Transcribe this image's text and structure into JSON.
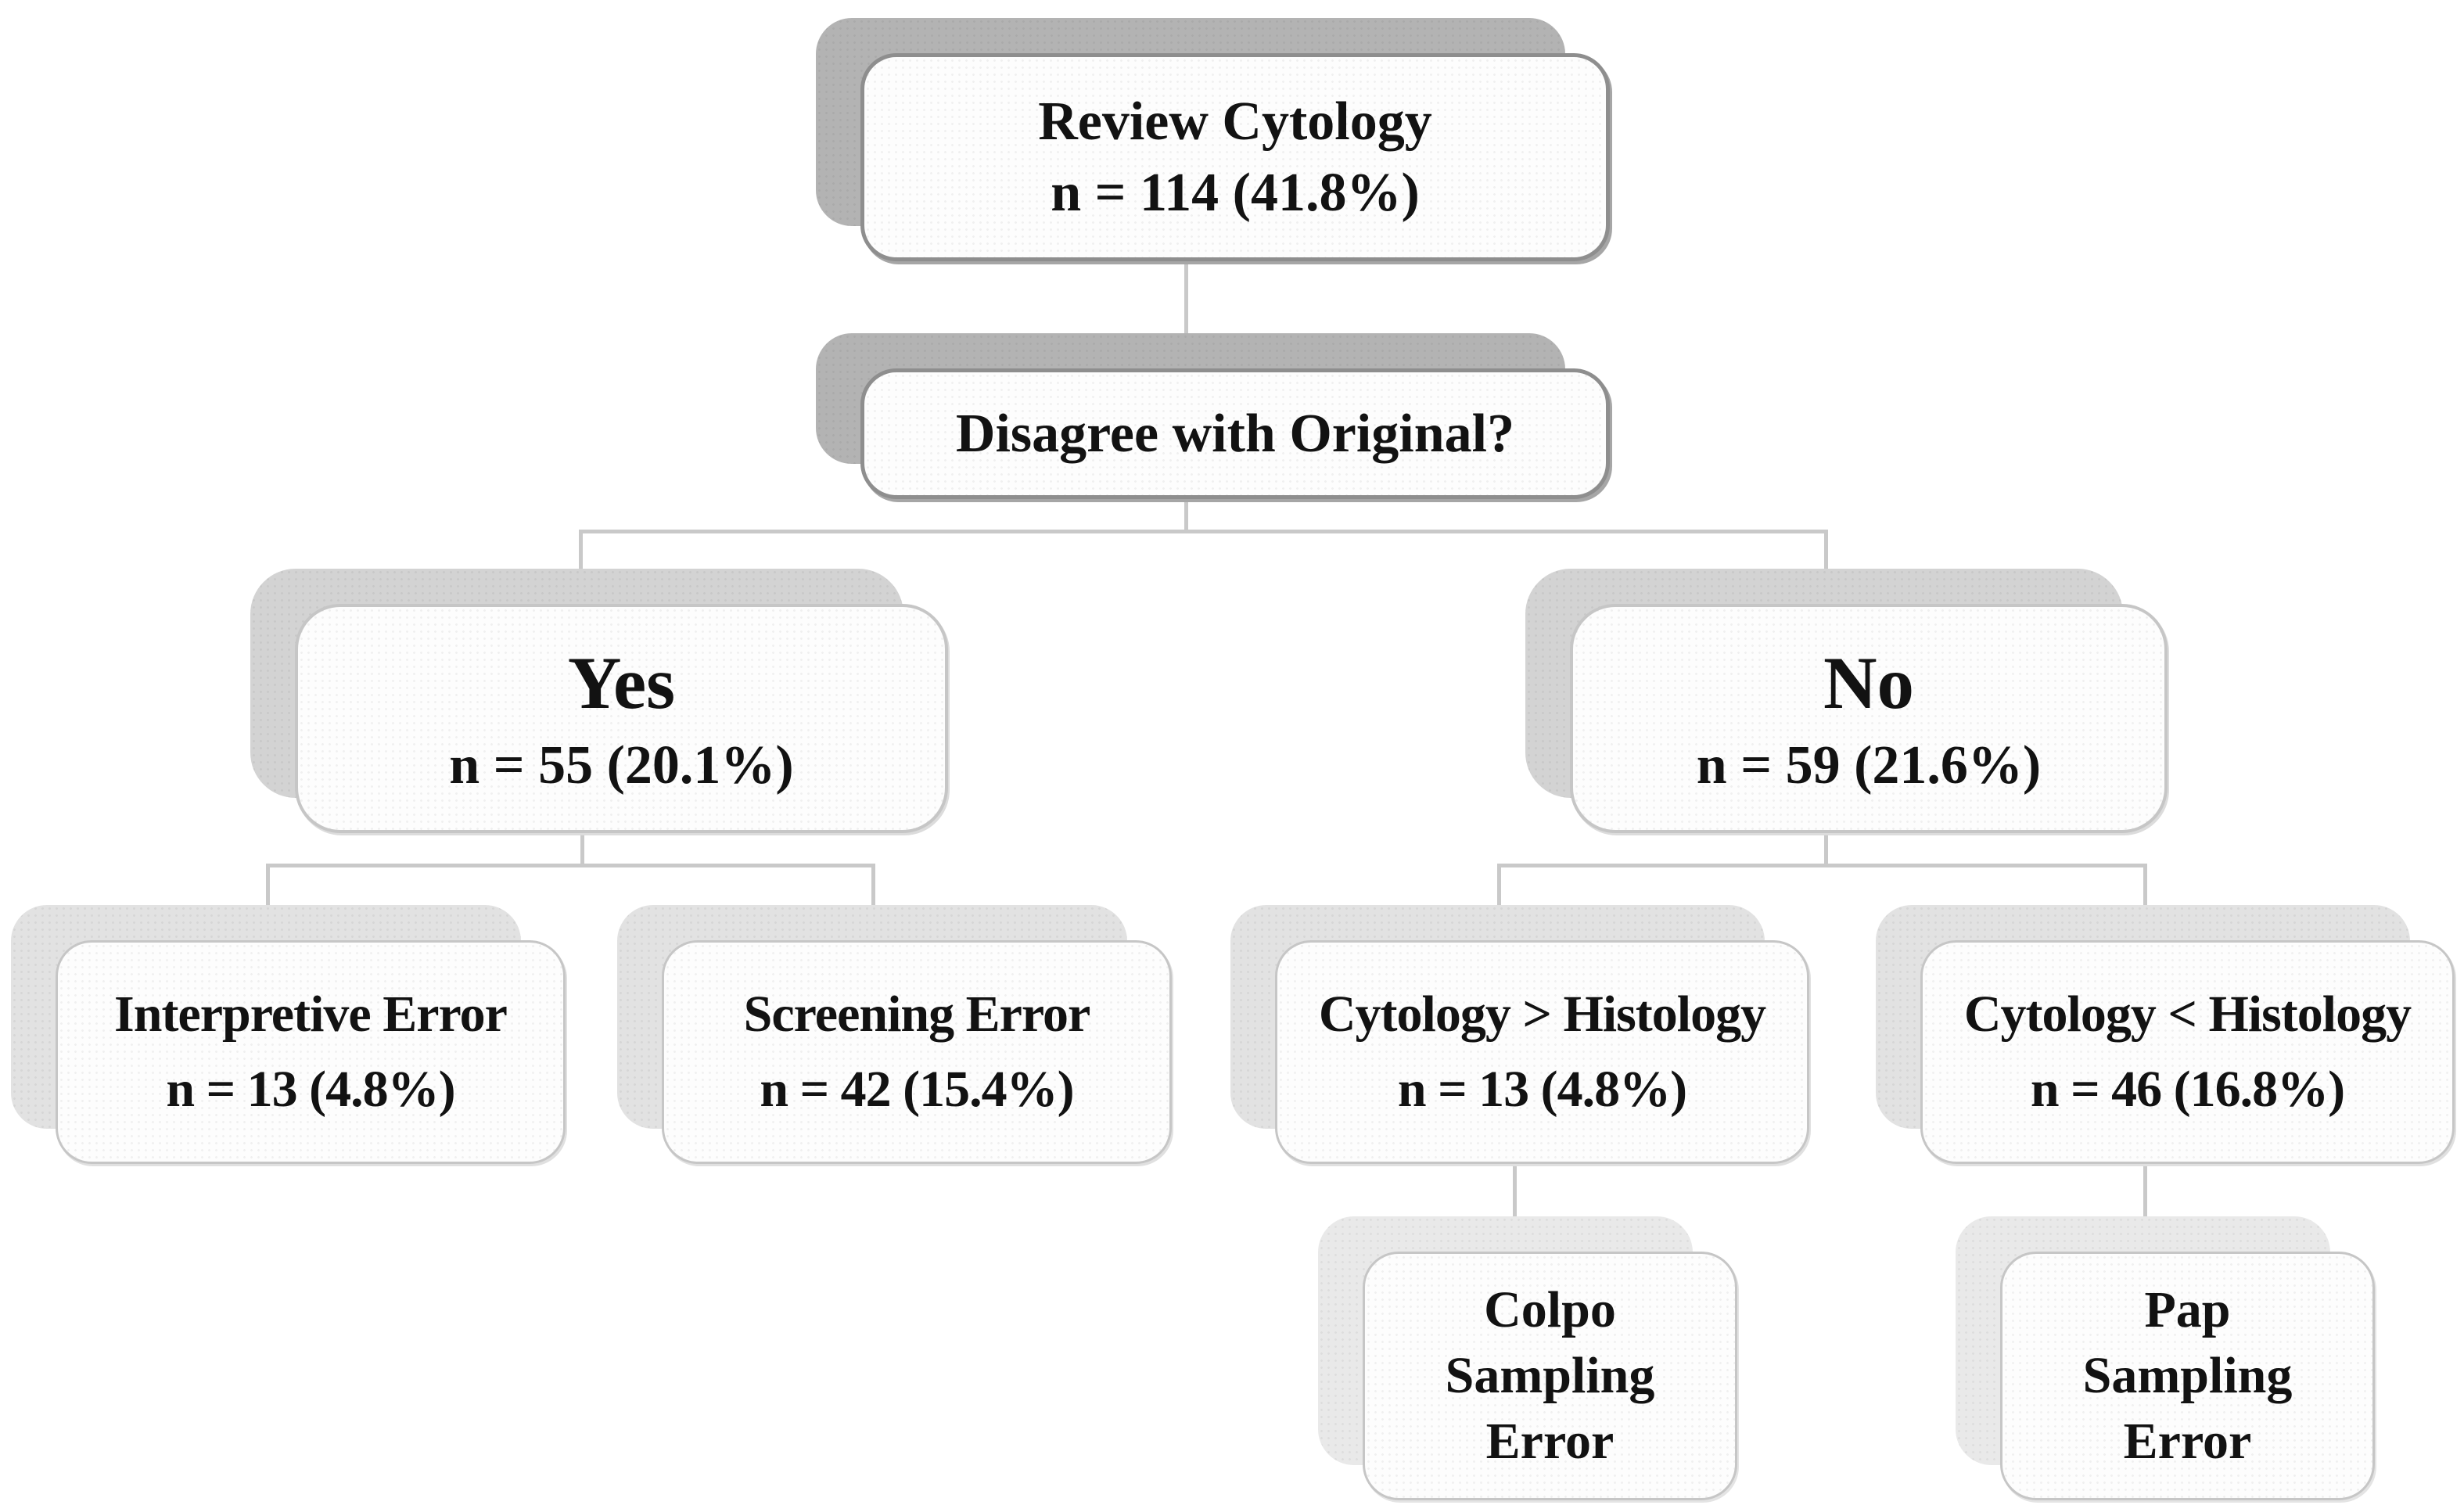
{
  "colors": {
    "shadow_l1": "#b3b3b3",
    "shadow_l2": "#d3d3d3",
    "shadow_l3": "#e2e2e2",
    "shadow_l4": "#e9e9e9",
    "border_strong": "#8e8e8e",
    "border_soft": "#c6c6c6",
    "connector": "#c9c9c9",
    "card_bg": "#fdfdfd",
    "text": "#121212"
  },
  "nodes": {
    "review": {
      "title": "Review Cytology",
      "subtitle": "n = 114 (41.8%)"
    },
    "disagree": {
      "title": "Disagree with Original?"
    },
    "yes": {
      "title": "Yes",
      "subtitle": "n = 55 (20.1%)"
    },
    "no": {
      "title": "No",
      "subtitle": "n = 59 (21.6%)"
    },
    "interpretive": {
      "title": "Interpretive Error",
      "subtitle": "n = 13 (4.8%)"
    },
    "screening": {
      "title": "Screening Error",
      "subtitle": "n = 42 (15.4%)"
    },
    "cytology_gt": {
      "title": "Cytology > Histology",
      "subtitle": "n = 13 (4.8%)"
    },
    "cytology_lt": {
      "title": "Cytology < Histology",
      "subtitle": "n = 46 (16.8%)"
    },
    "colpo": {
      "line1": "Colpo",
      "line2": "Sampling",
      "line3": "Error"
    },
    "pap": {
      "line1": "Pap",
      "line2": "Sampling",
      "line3": "Error"
    }
  }
}
